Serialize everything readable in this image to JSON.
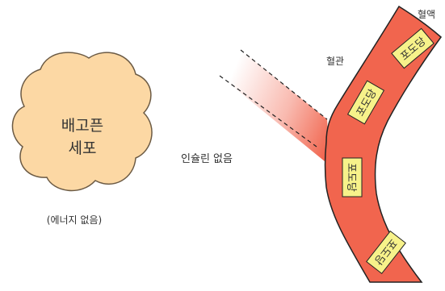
{
  "cell": {
    "name_line1": "배고픈",
    "name_line2": "세포",
    "note": "(에너지  없음)"
  },
  "signal": {
    "label": "인슐린  없음"
  },
  "vessel": {
    "blood_label": "혈액",
    "vessel_label": "혈관",
    "glucose": [
      "포도당",
      "포도당",
      "포도당",
      "포도당"
    ]
  },
  "colors": {
    "cell_fill": "#fcd8a4",
    "cell_stroke": "#6b5a44",
    "vessel_fill": "#f1654e",
    "vessel_stroke": "#222222",
    "glucose_fill": "#f7f28a"
  }
}
